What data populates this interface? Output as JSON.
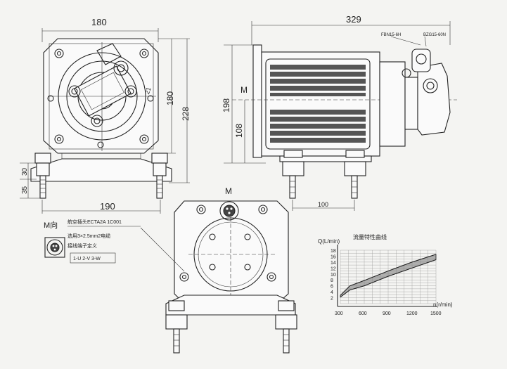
{
  "dims": {
    "front_width": "180",
    "front_height_inner": "180",
    "front_height_total": "228",
    "bolt_label": "21",
    "flange_height": "30",
    "foot_height": "35",
    "base_width": "190",
    "side_length": "329",
    "side_height_total": "198",
    "side_height_axis": "108",
    "foot_spacing": "100"
  },
  "labels": {
    "motor_mark_side": "M",
    "motor_mark_bottom": "M",
    "view_label": "M向",
    "connector_note": "航空插头ECTA2A 1C001",
    "cable_note": "选用3×2.5mm2电缆",
    "terminal_note": "接线端子定义",
    "terminal_map": "1-U  2-V  3-W",
    "port_note_1": "FBN15-6H",
    "port_note_2": "BZG15-60N"
  },
  "chart_data": {
    "type": "area",
    "title": "流量特性曲线",
    "xlabel": "n(r/min)",
    "ylabel": "Q(L/min)",
    "xlim": [
      300,
      1500
    ],
    "ylim": [
      0,
      18
    ],
    "x_ticks": [
      "300",
      "600",
      "900",
      "1200",
      "1500"
    ],
    "y_ticks": [
      "2",
      "4",
      "6",
      "8",
      "10",
      "12",
      "14",
      "16",
      "18"
    ],
    "grid": true,
    "series": [
      {
        "x": [
          300,
          420,
          600,
          900,
          1200,
          1500
        ],
        "values": [
          2.2,
          4.6,
          6.0,
          9.2,
          12.0,
          14.8
        ]
      },
      {
        "x": [
          300,
          420,
          600,
          900,
          1200,
          1500
        ],
        "values": [
          2.8,
          6.0,
          7.8,
          11.0,
          14.0,
          16.6
        ]
      }
    ]
  }
}
